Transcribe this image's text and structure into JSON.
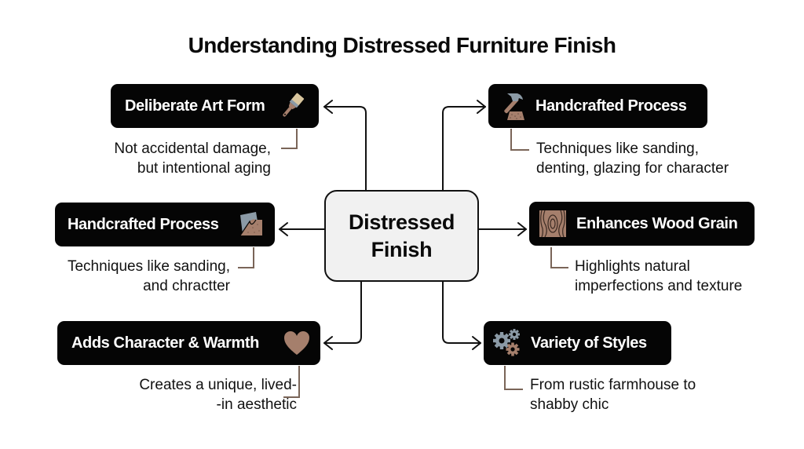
{
  "title": "Understanding Distressed Furniture Finish",
  "center": {
    "line1": "Distressed",
    "line2": "Finish"
  },
  "colors": {
    "node_bg": "#050505",
    "node_text": "#ffffff",
    "center_bg": "#f1f1f1",
    "connector": "#111111",
    "desc_bracket": "#7a6558",
    "accent_brown": "#a57f6c",
    "accent_tan": "#d9c69e",
    "accent_slate": "#8b9aa6"
  },
  "nodes": [
    {
      "id": "top-left",
      "label": "Deliberate Art Form",
      "icon": "paintbrush-icon",
      "desc_line1": "Not accidental damage,",
      "desc_line2": "but intentional aging"
    },
    {
      "id": "top-right",
      "label": "Handcrafted Process",
      "icon": "hammer-sanding-icon",
      "desc_line1": "Techniques like sanding,",
      "desc_line2": "denting, glazing for character"
    },
    {
      "id": "middle-left",
      "label": "Handcrafted Process",
      "icon": "sandpaper-icon",
      "desc_line1": "Techniques like sanding,",
      "desc_line2": "and chractter"
    },
    {
      "id": "middle-right",
      "label": "Enhances Wood Grain",
      "icon": "wood-grain-icon",
      "desc_line1": "Highlights natural",
      "desc_line2": "imperfections and texture"
    },
    {
      "id": "bottom-left",
      "label": "Adds Character & Warmth",
      "icon": "heart-icon",
      "desc_line1": "Creates a unique, lived-",
      "desc_line2": "-in aesthetic"
    },
    {
      "id": "bottom-right",
      "label": "Variety of Styles",
      "icon": "gears-icon",
      "desc_line1": "From rustic farmhouse to",
      "desc_line2": "shabby chic"
    }
  ]
}
